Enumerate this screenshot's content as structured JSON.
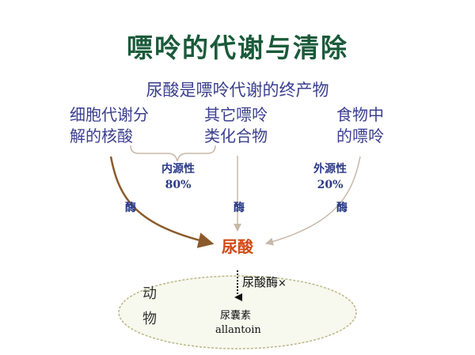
{
  "title": "嘌呤的代谢与清除",
  "subtitle": "尿酸是嘌呤代谢的终产物",
  "sources": {
    "nucleic": [
      "细胞代谢分",
      "解的核酸"
    ],
    "compounds": [
      "其它嘌呤",
      "类化合物"
    ],
    "food": [
      "食物中",
      "的嘌呤"
    ]
  },
  "endogenous": {
    "label": "内源性",
    "percent": "80%"
  },
  "exogenous": {
    "label": "外源性",
    "percent": "20%"
  },
  "enzyme_label": "酶",
  "uric_acid": "尿酸",
  "ellipse": {
    "animal": [
      "动",
      "物"
    ],
    "uricase": "尿酸酶",
    "mark": "×",
    "allantoin_cn": "尿囊素",
    "allantoin_en": "allantoin"
  },
  "colors": {
    "title": "#1a5a3a",
    "text": "#3b3f8f",
    "uric_acid": "#d24a12",
    "main_arrow": "#8b5a2b",
    "thin_arrow": "#c8b8a8",
    "ellipse_border": "#b8b884",
    "ellipse_fill": "#f7f8ee"
  }
}
